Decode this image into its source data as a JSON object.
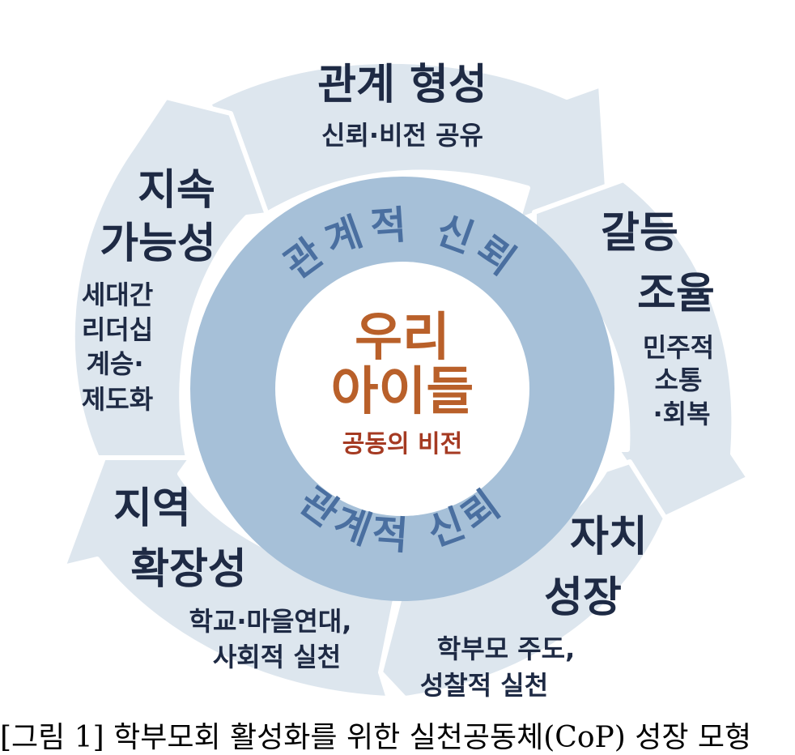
{
  "colors": {
    "arrow_fill": "#dde6ee",
    "arrow_stroke": "#ffffff",
    "ring_fill": "#a6c0d8",
    "center_fill": "#ffffff",
    "stage_title": "#1e2a44",
    "stage_desc": "#1e2a44",
    "ring_text": "#4a6fa0",
    "center_title": "#b9602a",
    "center_sub": "#a53a22"
  },
  "center": {
    "title_line1": "우리",
    "title_line2": "아이들",
    "subtitle": "공동의 비전"
  },
  "ring": {
    "top_label": "관계적 신뢰",
    "bottom_label": "관계적 신뢰"
  },
  "stages": [
    {
      "id": "relationship",
      "title_lines": [
        "관계 형성"
      ],
      "desc_lines": [
        "신뢰·비전 공유"
      ]
    },
    {
      "id": "conflict",
      "title_lines": [
        "갈등",
        "조율"
      ],
      "desc_lines": [
        "민주적",
        "소통",
        "·회복"
      ]
    },
    {
      "id": "autonomy",
      "title_lines": [
        "자치",
        "성장"
      ],
      "desc_lines": [
        "학부모 주도,",
        "성찰적 실천"
      ]
    },
    {
      "id": "regional",
      "title_lines": [
        "지역",
        "확장성"
      ],
      "desc_lines": [
        "학교·마을연대,",
        "사회적 실천"
      ]
    },
    {
      "id": "sustain",
      "title_lines": [
        "지속",
        "가능성"
      ],
      "desc_lines": [
        "세대간",
        "리더십",
        "계승·",
        "제도화"
      ]
    }
  ],
  "caption": "[그림 1] 학부모회 활성화를 위한 실천공동체(CoP) 성장 모형"
}
